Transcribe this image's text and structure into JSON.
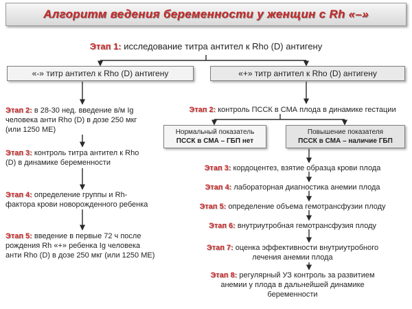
{
  "title": "Алгоритм ведения беременности у женщин с Rh «–»",
  "stage1": {
    "label": "Этап 1:",
    "text": "исследование титра антител к Rho (D) антигену"
  },
  "negative_branch": {
    "box": "«-» титр антител к Rho (D) антигену"
  },
  "positive_branch": {
    "box": "«+» титр антител к Rho (D) антигену"
  },
  "left_steps": [
    {
      "label": "Этап 2:",
      "lines": [
        "в 28-30 нед. введение в/м Ig",
        "человека анти Rho (D) в дозе 250 мкг",
        "(или 1250 МЕ)"
      ]
    },
    {
      "label": "Этап 3:",
      "lines": [
        "контроль титра антител к Rho",
        "(D) в динамике беременности"
      ]
    },
    {
      "label": "Этап 4:",
      "lines": [
        "определение группы и Rh-",
        "фактора крови новорожденного ребенка"
      ]
    },
    {
      "label": "Этап 5:",
      "lines": [
        "введение в первые 72 ч после",
        "рождения Rh «+» ребенка Ig человека",
        "анти Rho (D) в дозе 250 мкг (или 1250 МЕ)"
      ]
    }
  ],
  "right_stage2": {
    "label": "Этап 2:",
    "text": "контроль ПССК в СМА плода в динамике гестации"
  },
  "normal_box": [
    "Нормальный показатель",
    "ПССК в СМА – ГБП нет"
  ],
  "abnormal_box": [
    "Повышение показателя",
    "ПССК в СМА – наличие ГБП"
  ],
  "right_steps": [
    {
      "label": "Этап 3:",
      "lines": [
        "кордоцентез, взятие образца крови плода"
      ]
    },
    {
      "label": "Этап 4:",
      "lines": [
        "лабораторная диагностика анемии плода"
      ]
    },
    {
      "label": "Этап 5:",
      "lines": [
        "определение объема гемотрансфузии плоду"
      ]
    },
    {
      "label": "Этап 6:",
      "lines": [
        "внутриутробная гемотрансфузия плоду"
      ]
    },
    {
      "label": "Этап 7:",
      "lines": [
        "оценка эффективности внутриутробного",
        "лечения анемии плода"
      ]
    },
    {
      "label": "Этап 8:",
      "lines": [
        "регулярный УЗ контроль за развитием",
        "анемии у плода в дальнейшей динамике",
        "беременности"
      ]
    }
  ],
  "colors": {
    "stage_label": "#cc2a2a",
    "title_text": "#c62828",
    "arrow": "#2b2b2b"
  }
}
